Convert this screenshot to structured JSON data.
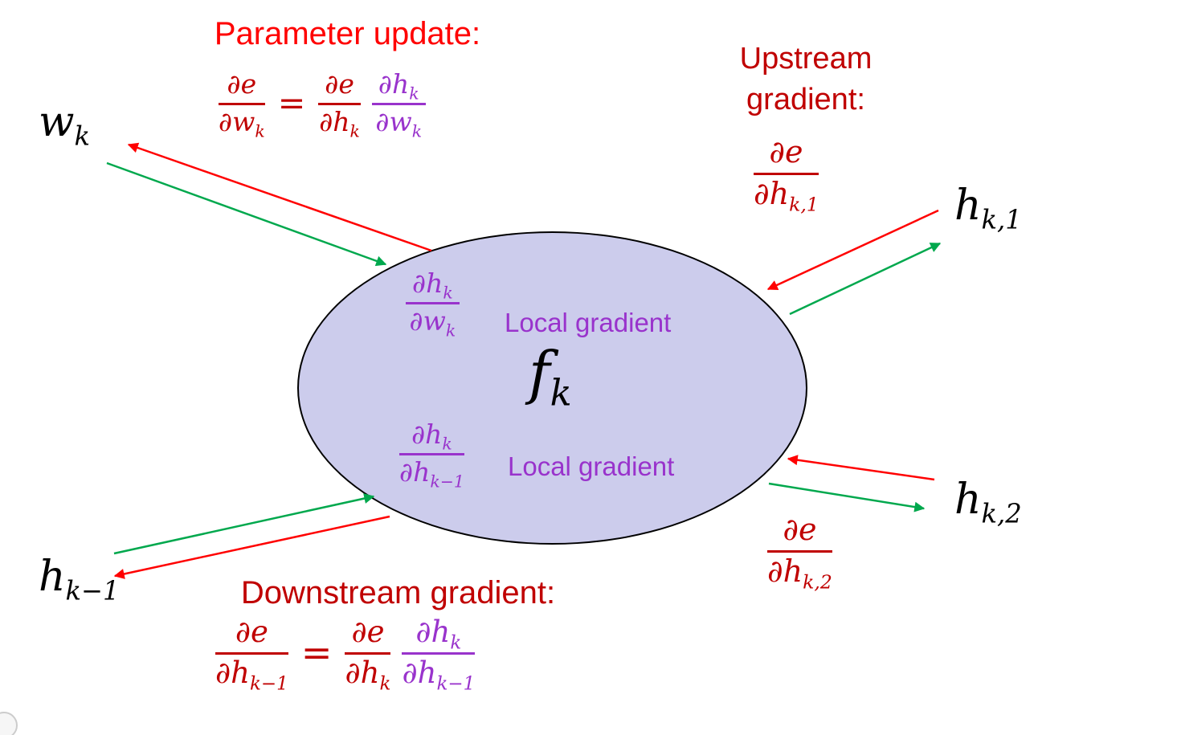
{
  "colors": {
    "title_red": "#FF0000",
    "dark_red": "#C00000",
    "purple": "#9933CC",
    "arrow_red": "#FF0000",
    "arrow_green": "#00A84D",
    "ellipse_fill": "#CCCCEC",
    "ellipse_stroke": "#000000"
  },
  "parameter_update": {
    "title": "Parameter update:",
    "lhs": {
      "num": [
        {
          "t": "∂e"
        }
      ],
      "den": [
        {
          "t": "∂w"
        },
        {
          "s": "k"
        }
      ]
    },
    "equals": "=",
    "upstream_factor": {
      "num": [
        {
          "t": "∂e"
        }
      ],
      "den": [
        {
          "t": "∂h"
        },
        {
          "s": "k"
        }
      ]
    },
    "local_factor": {
      "num": [
        {
          "t": "∂h"
        },
        {
          "s": "k"
        }
      ],
      "den": [
        {
          "t": "∂w"
        },
        {
          "s": "k"
        }
      ]
    }
  },
  "upstream_gradient": {
    "title_line1": "Upstream",
    "title_line2": "gradient:",
    "frac": {
      "num": [
        {
          "t": "∂e"
        }
      ],
      "den": [
        {
          "t": "∂h"
        },
        {
          "s": "k,1"
        }
      ]
    }
  },
  "second_output_gradient": {
    "frac": {
      "num": [
        {
          "t": "∂e"
        }
      ],
      "den": [
        {
          "t": "∂h"
        },
        {
          "s": "k,2"
        }
      ]
    }
  },
  "downstream_gradient": {
    "title": "Downstream gradient:",
    "lhs": {
      "num": [
        {
          "t": "∂e"
        }
      ],
      "den": [
        {
          "t": "∂h"
        },
        {
          "s": "k−1"
        }
      ]
    },
    "equals": "=",
    "upstream_factor": {
      "num": [
        {
          "t": "∂e"
        }
      ],
      "den": [
        {
          "t": "∂h"
        },
        {
          "s": "k"
        }
      ]
    },
    "local_factor": {
      "num": [
        {
          "t": "∂h"
        },
        {
          "s": "k"
        }
      ],
      "den": [
        {
          "t": "∂h"
        },
        {
          "s": "k−1"
        }
      ]
    }
  },
  "node": {
    "function": [
      {
        "t": "f"
      },
      {
        "s": "k"
      }
    ],
    "local_gradient_weight": {
      "frac": {
        "num": [
          {
            "t": "∂h"
          },
          {
            "s": "k"
          }
        ],
        "den": [
          {
            "t": "∂w"
          },
          {
            "s": "k"
          }
        ]
      },
      "label": "Local gradient"
    },
    "local_gradient_input": {
      "frac": {
        "num": [
          {
            "t": "∂h"
          },
          {
            "s": "k"
          }
        ],
        "den": [
          {
            "t": "∂h"
          },
          {
            "s": "k−1"
          }
        ]
      },
      "label": "Local gradient"
    }
  },
  "terminals": {
    "weight": [
      {
        "t": "w"
      },
      {
        "s": "k"
      }
    ],
    "input": [
      {
        "t": "h"
      },
      {
        "s": "k−1"
      }
    ],
    "output1": [
      {
        "t": "h"
      },
      {
        "s": "k,1"
      }
    ],
    "output2": [
      {
        "t": "h"
      },
      {
        "s": "k,2"
      }
    ]
  }
}
